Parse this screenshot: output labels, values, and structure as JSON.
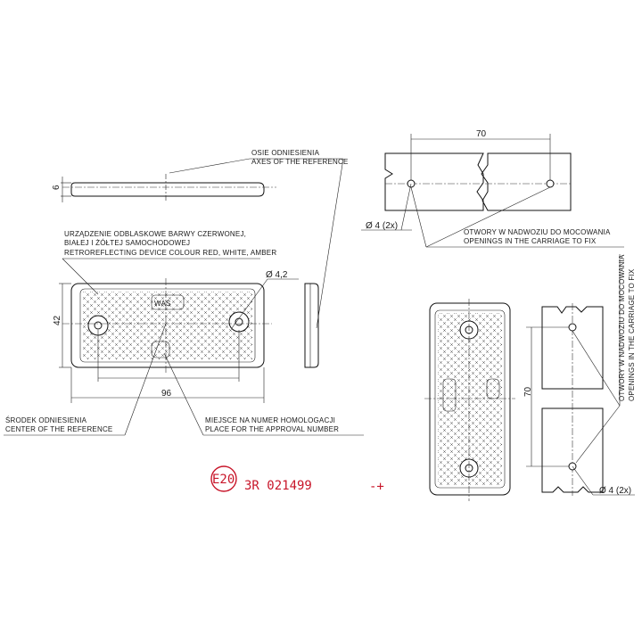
{
  "labels": {
    "axes_pl": "OSIE ODNIESIENIA",
    "axes_en": "AXES OF THE REFERENCE",
    "device_pl_1": "URZĄDZENIE ODBLASKOWE BARWY CZERWONEJ,",
    "device_pl_2": "BIAŁEJ I ŻÓŁTEJ SAMOCHODOWEJ",
    "device_en": "RETROREFLECTING DEVICE COLOUR RED, WHITE, AMBER",
    "center_pl": "ŚRODEK ODNIESIENIA",
    "center_en": "CENTER OF THE REFERENCE",
    "place_pl": "MIEJSCE NA NUMER HOMOLOGACJI",
    "place_en": "PLACE FOR THE APPROVAL NUMBER",
    "holes_pl": "OTWORY W NADWOZIU DO MOCOWANIA",
    "holes_en": "OPENINGS IN THE CARRIAGE TO FIX",
    "holes_pl_v": "OTWORY W NADWOZIU DO MOCOWANIA",
    "holes_en_v": "OPENINGS IN THE CARRIAGE TO FIX",
    "brand": "WAŚ"
  },
  "dimensions": {
    "thickness": "6",
    "height": "42",
    "width": "96",
    "hole_diameter": "Ø 4,2",
    "top_spacing": "70",
    "top_hole": "Ø 4 (2x)",
    "right_spacing": "70",
    "right_hole": "Ø 4 (2x)"
  },
  "approval": {
    "mark": "E20",
    "number": "3R  021499",
    "note": "-+"
  },
  "colors": {
    "line": "#111111",
    "stamp": "#c8162a"
  }
}
